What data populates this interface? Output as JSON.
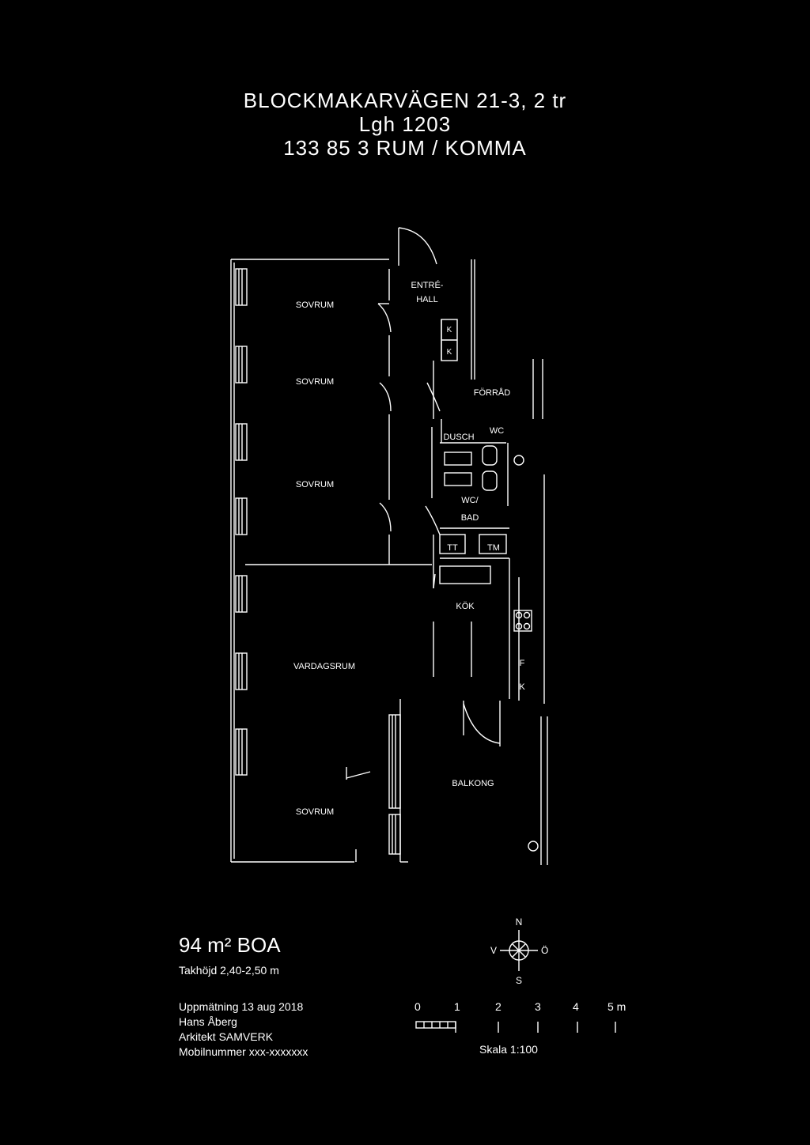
{
  "header": {
    "address": "BLOCKMAKARVÄGEN 21-3, 2 tr",
    "apartment": "Lgh 1203",
    "building": "133 85 3 RUM / KOMMA"
  },
  "rooms": {
    "sovrum_1": "SOVRUM",
    "entre_line1": "ENTRÉ-",
    "entre_line2": "HALL",
    "sovrum_2": "SOVRUM",
    "forrad": "FÖRRÅD",
    "dusch": "DUSCH",
    "wc": "WC",
    "sovrum_3": "SOVRUM",
    "wc_bad_line1": "WC/",
    "wc_bad_line2": "BAD",
    "tt": "TT",
    "tm": "TM",
    "kok": "KÖK",
    "vardagsrum": "VARDAGSRUM",
    "f_mark": "F",
    "k_mark": "K",
    "balkong": "BALKONG",
    "sovrum_4": "SOVRUM",
    "k_top": "K",
    "k_bottom": "K"
  },
  "info": {
    "area": "94 m² BOA",
    "ceiling": "Takhöjd 2,40-2,50 m",
    "date": "Uppmätning 13 aug 2018",
    "surveyor": "Hans Åberg",
    "company": "Arkitekt SAMVERK",
    "contact": "Mobilnummer xxx-xxxxxxx"
  },
  "compass": {
    "n": "N",
    "s": "S",
    "e": "Ö",
    "w": "V"
  },
  "scale": {
    "labels": [
      "0",
      "1",
      "2",
      "3",
      "4",
      "5 m"
    ],
    "caption": "Skala 1:100"
  }
}
